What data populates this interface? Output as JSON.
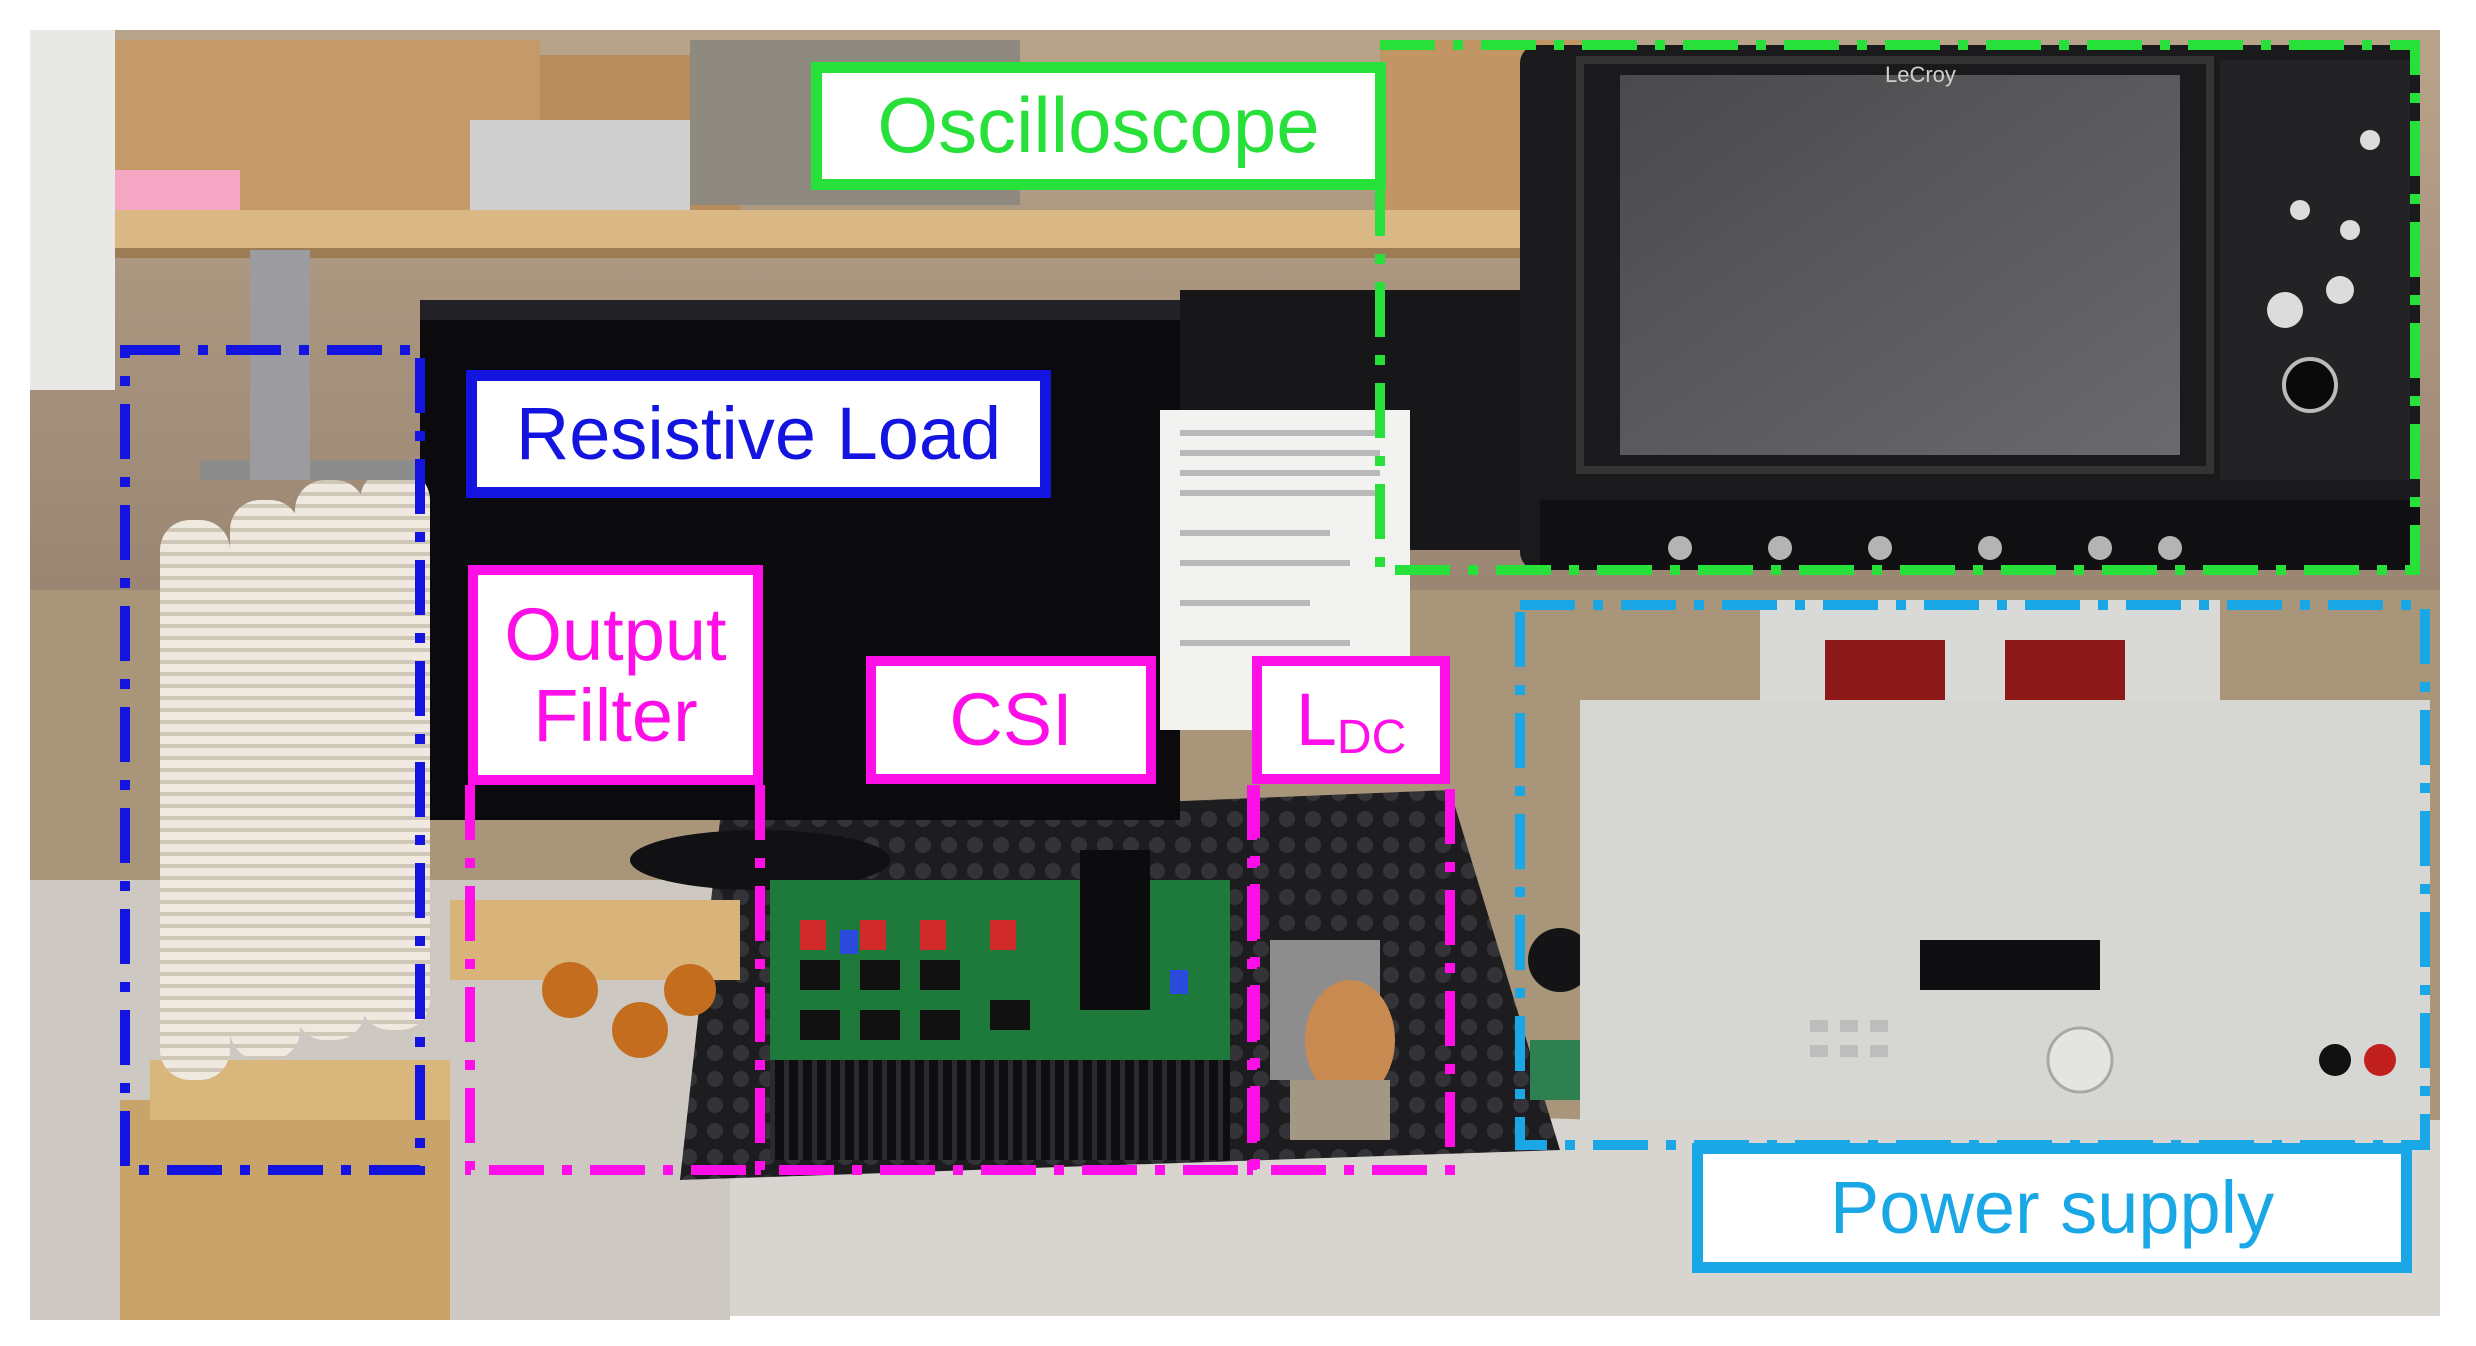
{
  "labels": {
    "oscilloscope": "Oscilloscope",
    "resistive_load": "Resistive Load",
    "output_filter_line1": "Output",
    "output_filter_line2": "Filter",
    "csi": "CSI",
    "ldc_main": "L",
    "ldc_sub": "DC",
    "power_supply": "Power supply",
    "scope_brand": "LeCroy"
  },
  "colors": {
    "oscilloscope": "#27e03a",
    "resistive_load": "#1414e0",
    "converter_parts": "#ff0fe8",
    "power_supply": "#19a7e6"
  }
}
